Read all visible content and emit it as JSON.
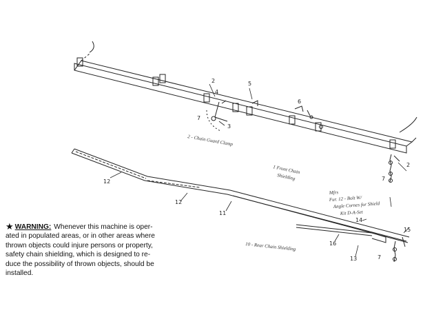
{
  "callouts": {
    "c2a": "2",
    "c4": "4",
    "c5": "5",
    "c6": "6",
    "c7": "7",
    "c2b": "2",
    "c7b": "7",
    "c12a": "12",
    "c12b": "12",
    "c11": "11",
    "c3": "3",
    "c16": "16",
    "c13": "13",
    "c14": "14",
    "c15": "15",
    "c7c": "7"
  },
  "notes": {
    "n1": "2 - Chain Guard Clamp",
    "n2": "1 Front Chain",
    "n3": "Shielding",
    "n4": "Mfrs",
    "n5": "Fur. 12 - Bolt W/",
    "n6": "Angle Cornes for Shield",
    "n7": "Kit D-A-Set",
    "n8": "10 - Rear Chain Shielding"
  },
  "warning": {
    "star": "★",
    "heading": "WARNING:",
    "text": "Whenever this machine is oper-\nated in populated areas, or in other areas where\nthrown objects could injure persons or property,\nsafety chain shielding, which is designed to re-\nduce the possibility of thrown objects, should be\ninstalled."
  }
}
